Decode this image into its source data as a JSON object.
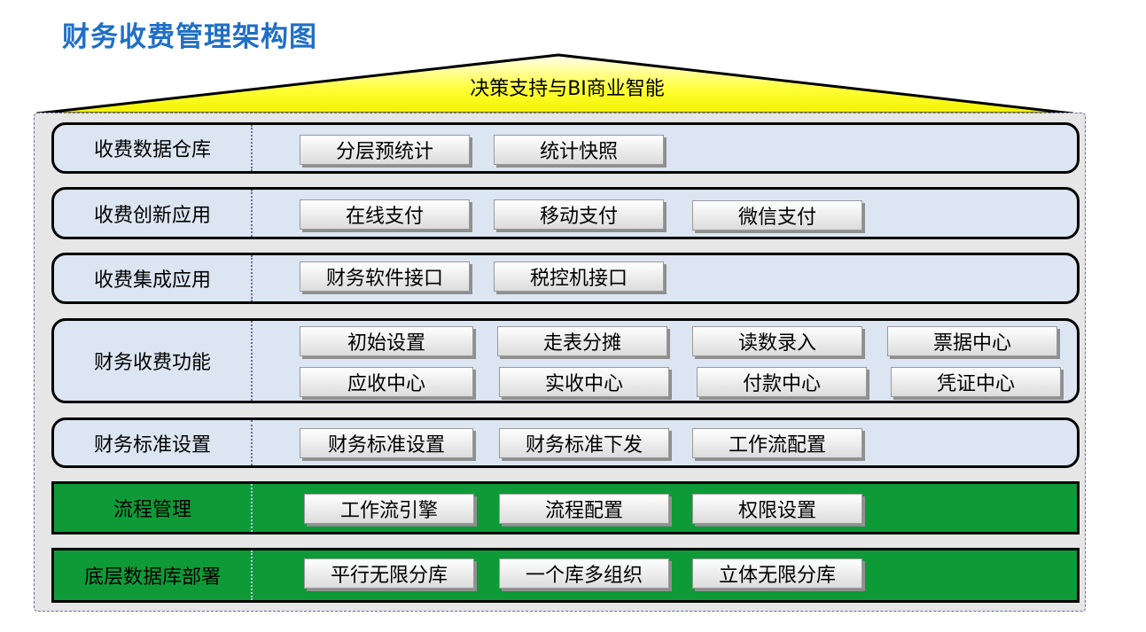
{
  "title": "财务收费管理架构图",
  "roof": {
    "label": "决策支持与BI商业智能"
  },
  "layers": [
    {
      "label": "收费数据仓库",
      "items": [
        "分层预统计",
        "统计快照"
      ]
    },
    {
      "label": "收费创新应用",
      "items": [
        "在线支付",
        "移动支付",
        "微信支付"
      ]
    },
    {
      "label": "收费集成应用",
      "items": [
        "财务软件接口",
        "税控机接口"
      ]
    },
    {
      "label": "财务收费功能",
      "items": [
        "初始设置",
        "走表分摊",
        "读数录入",
        "票据中心",
        "应收中心",
        "实收中心",
        "付款中心",
        "凭证中心"
      ]
    },
    {
      "label": "财务标准设置",
      "items": [
        "财务标准设置",
        "财务标准下发",
        "工作流配置"
      ]
    },
    {
      "label": "流程管理",
      "items": [
        "工作流引擎",
        "流程配置",
        "权限设置"
      ]
    },
    {
      "label": "底层数据库部署",
      "items": [
        "平行无限分库",
        "一个库多组织",
        "立体无限分库"
      ]
    }
  ],
  "colors": {
    "title": "#1f6fc5",
    "roof": "#ffff1a",
    "layer_blue": "#dce6f2",
    "layer_green": "#0f9a38"
  }
}
